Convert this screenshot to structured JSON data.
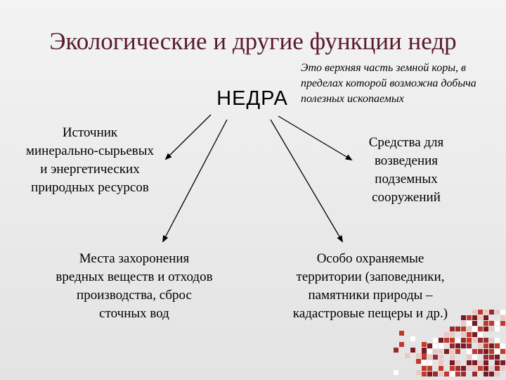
{
  "title": "Экологические и другие функции недр",
  "center_label": "НЕДРА",
  "definition": "Это верхняя часть земной коры, в пределах которой возможна добыча полезных ископаемых",
  "nodes": {
    "left": [
      "Источник",
      "минерально-сырьевых",
      "и энергетических",
      "природных ресурсов"
    ],
    "right": [
      "Средства для",
      "возведения",
      "подземных",
      "сооружений"
    ],
    "bottom_left": [
      "Места захоронения",
      "вредных веществ и отходов",
      "производства, сброс",
      "сточных вод"
    ],
    "bottom_right": [
      "Особо охраняемые",
      "территории (заповедники,",
      "памятники природы –",
      "кадастровые пещеры и др.)"
    ]
  },
  "colors": {
    "title": "#5a1a2a",
    "arrow": "#000000",
    "decor_dark": "#7a1a24",
    "decor_red": "#c0392b",
    "decor_light": "#e8c9c4"
  },
  "decoration": "corner-pattern"
}
